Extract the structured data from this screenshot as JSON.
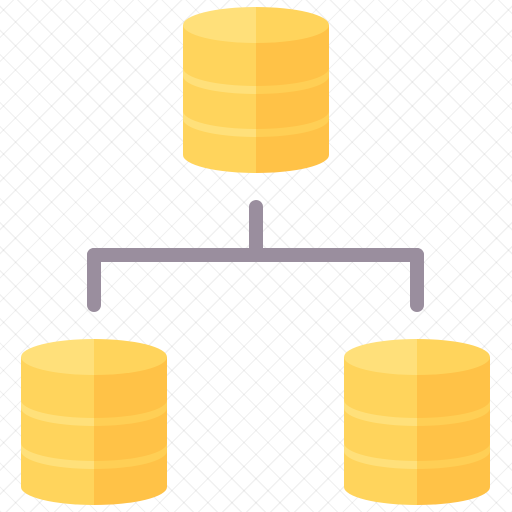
{
  "icon": {
    "name": "database-network-icon",
    "colors": {
      "cylinder_light": "#FFDD6A",
      "cylinder_mid": "#FFC84A",
      "cylinder_dark": "#FFC247",
      "cylinder_shadow": "#F5B63C",
      "band_light": "#FFE07A",
      "band_dark": "#FFCF55",
      "connector": "#9A8E9E"
    },
    "nodes": [
      "top-database",
      "bottom-left-database",
      "bottom-right-database"
    ]
  }
}
